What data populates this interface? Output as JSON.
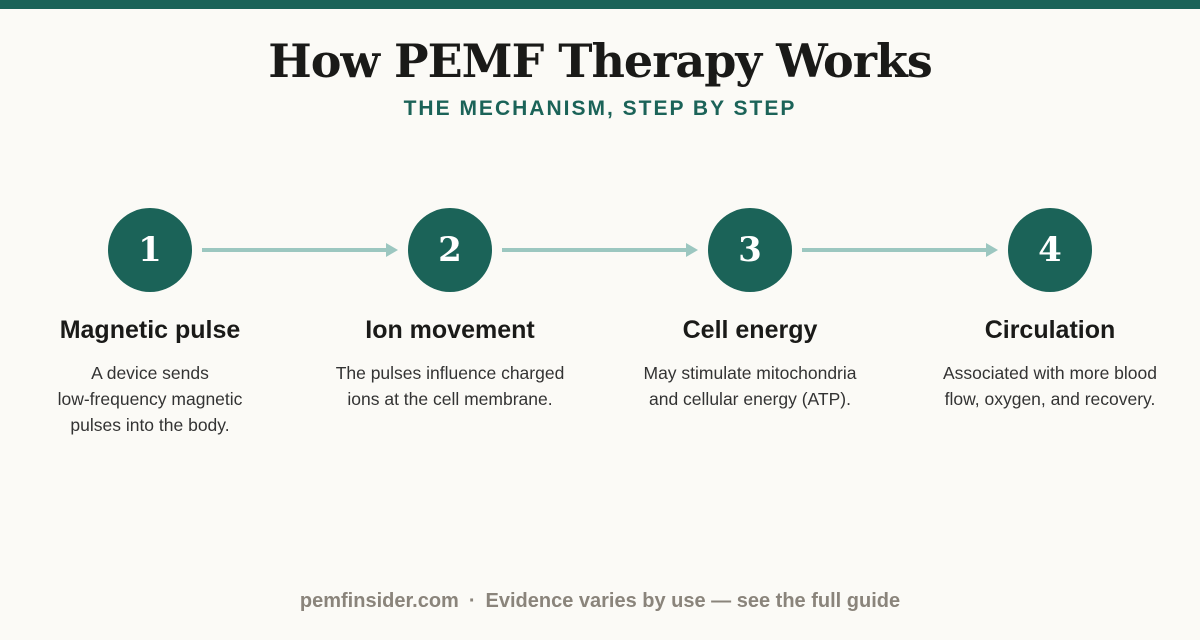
{
  "header": {
    "title": "How PEMF Therapy Works",
    "subtitle": "THE MECHANISM, STEP BY STEP"
  },
  "colors": {
    "accent": "#1b6358",
    "arrow": "#9cc7c0",
    "background": "#fbfaf6",
    "footer_text": "#8a847b"
  },
  "steps": [
    {
      "number": "1",
      "title": "Magnetic pulse",
      "desc_lines": [
        "A device sends",
        "low-frequency magnetic",
        "pulses into the body."
      ]
    },
    {
      "number": "2",
      "title": "Ion movement",
      "desc_lines": [
        "The pulses influence charged",
        "ions at the cell membrane."
      ]
    },
    {
      "number": "3",
      "title": "Cell energy",
      "desc_lines": [
        "May stimulate mitochondria",
        "and cellular energy (ATP)."
      ]
    },
    {
      "number": "4",
      "title": "Circulation",
      "desc_lines": [
        "Associated with more blood",
        "flow, oxygen, and recovery."
      ]
    }
  ],
  "footer": {
    "site": "pemfinsider.com",
    "separator": "·",
    "note": "Evidence varies by use — see the full guide"
  }
}
